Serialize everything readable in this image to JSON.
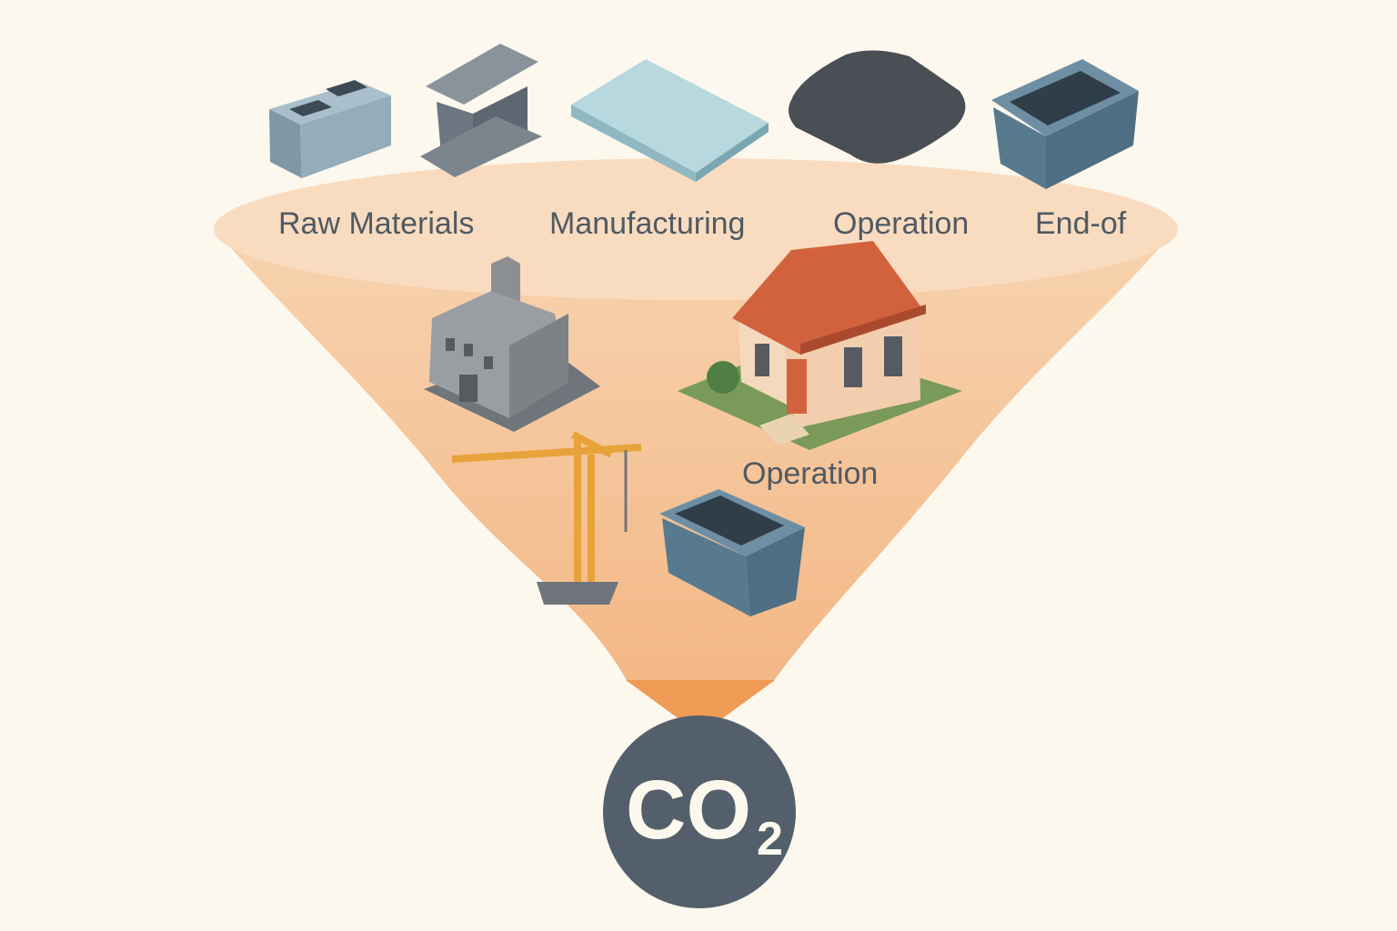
{
  "stages": [
    {
      "label": "Raw Materials"
    },
    {
      "label": "Manufacturing"
    },
    {
      "label": "Operation"
    },
    {
      "label": "End-of"
    }
  ],
  "inner_label": "Operation",
  "output": {
    "main": "CO",
    "subscript": "2"
  },
  "colors": {
    "background": "#fdf8ee",
    "funnel": "#f5c298",
    "funnel_top": "#f9dcc0",
    "arrow": "#ef9a55",
    "co2_circle": "#53606b",
    "text": "#4f5a63"
  },
  "icons": [
    "concrete-block-icon",
    "steel-beam-icon",
    "glass-panel-icon",
    "asphalt-slab-icon",
    "container-icon",
    "factory-icon",
    "house-icon",
    "crane-icon",
    "dumpster-icon"
  ]
}
